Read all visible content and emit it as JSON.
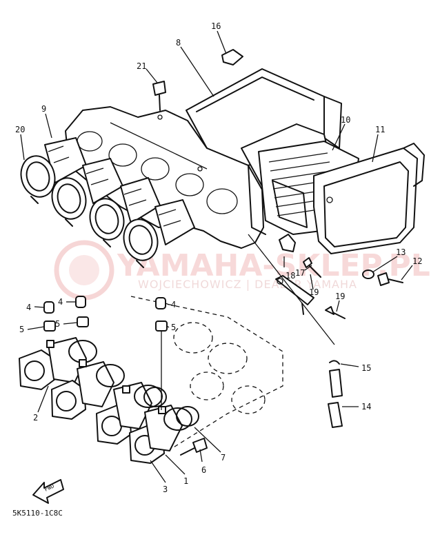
{
  "diagram": {
    "callouts": {
      "c1": "1",
      "c2": "2",
      "c3": "3",
      "c4a": "4",
      "c4b": "4",
      "c4c": "4",
      "c5a": "5",
      "c5b": "5",
      "c5c": "5",
      "c6": "6",
      "c7": "7",
      "c8": "8",
      "c9": "9",
      "c10": "10",
      "c11": "11",
      "c12": "12",
      "c13": "13",
      "c14": "14",
      "c15": "15",
      "c16": "16",
      "c17": "17",
      "c18": "18",
      "c19a": "19",
      "c19b": "19",
      "c20": "20",
      "c21": "21"
    },
    "front_arrow_label": "FWD",
    "catalog_code": "5K5110-1C8C",
    "watermark": {
      "brand": "YAMAHA-SKLEP.PL",
      "sub": "WOJCIECHOWICZ | DEALER YAMAHA"
    },
    "colors": {
      "line": "#111111",
      "watermark": "#e07878",
      "background": "#ffffff"
    }
  }
}
